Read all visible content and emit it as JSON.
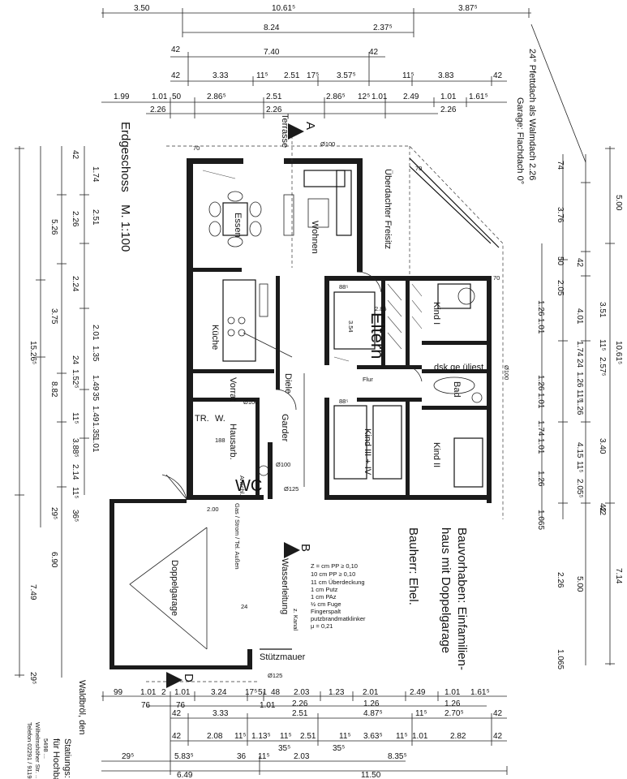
{
  "sheet": {
    "floor_title": "Erdgeschoss",
    "scale": "M. 1:100",
    "project_label": "Bauvorhaben: Einfamilien-",
    "project_label_2": "haus mit Doppelgarage",
    "client": "Bauherr: Ehel.",
    "roof_note": "24° Pfettdach als Walmdach 2.26",
    "garage_note": "Garage: Flachdach 0°",
    "place": "Waldbröl, den",
    "architect_1": "Statiungs: und",
    "architect_2": "für Hochbau",
    "architect_3": "5498 ...",
    "architect_4": "Wilhelmshöher Str. ...",
    "architect_5": "Telefon 02291 / 91192"
  },
  "section_marks": {
    "a": "A",
    "b": "B",
    "d": "D"
  },
  "rooms": {
    "terrasse": "Terrasse",
    "essen": "Essen",
    "wohnen": "Wohnen",
    "freisitz": "Überdachter Freisitz",
    "kueche": "Küche",
    "eltern": "Eltern",
    "kind1": "Kind I",
    "kind2": "Kind II",
    "kind34": "Kind III + IV",
    "dusche": "dsk ge üliest",
    "bad": "Bad",
    "vorrat": "Vorrat",
    "diele": "Diele",
    "garder": "Garder",
    "hausarb": "Hausarb.",
    "wc": "WC",
    "tr": "TR.",
    "w": "W.",
    "anschl": "Anschl.",
    "doppelgarage": "Doppelgarage",
    "stuetzmauer": "Stützmauer",
    "wasser": "Wasserleitung",
    "kanal": "z. Kanal",
    "gas": "Gas / Strom / Tel. Außen",
    "flur": "Flur"
  },
  "wall_legend": [
    "Z = cm PP ≥ 0,10",
    "10 cm PP ≥ 0,10",
    "11 cm Überdeckung",
    "1 cm Putz",
    "1 cm PAz",
    "½ cm Fuge",
    "Fingerspalt",
    "putzbrandmatklinker",
    "μ = 0,21"
  ],
  "dims_top": {
    "r1": [
      "3.50",
      "10.61⁵",
      "3.87⁵"
    ],
    "r2": [
      "8.24",
      "2.37⁵"
    ],
    "r3": [
      "42",
      "7.40",
      "42"
    ],
    "r4": [
      "42",
      "3.33",
      "11⁵",
      "2.51",
      "17⁵",
      "3.57⁵",
      "11⁵",
      "3.83",
      "42"
    ],
    "r5": [
      "1.99",
      "1.01",
      "50",
      "2.86⁵",
      "2.51",
      "2.86⁵",
      "12⁵",
      "1.01",
      "2.49",
      "1.01",
      "1.61⁵"
    ],
    "r6": [
      "2.26",
      "2.26",
      "2.26"
    ]
  },
  "dims_bottom": {
    "r1": [
      "99",
      "1.01",
      "2",
      "1.01",
      "3.24",
      "17⁵",
      "51",
      "48",
      "2.03",
      "1.23",
      "2.01",
      "2.49",
      "1.01",
      "1.61⁵"
    ],
    "r2": [
      "76",
      "76",
      "2.26",
      "1.26",
      "1.26"
    ],
    "r3": [
      "42",
      "3.33",
      "1.01",
      "2.51",
      "4.87⁵",
      "11⁵",
      "2.70⁵",
      "42"
    ],
    "r4": [
      "42",
      "2.08",
      "11⁵",
      "1.13⁵",
      "11⁵",
      "2.51",
      "11⁵",
      "3.63⁵",
      "11⁵",
      "1.01",
      "2.82",
      "42"
    ],
    "r5": [
      "29⁵",
      "5.83⁵",
      "36",
      "11⁵",
      "35⁵",
      "2.03",
      "35⁵",
      "8.35⁵"
    ],
    "r6": [
      "6.49",
      "11.50"
    ]
  },
  "dims_left": {
    "c1": [
      "15.26⁵",
      "7.49"
    ],
    "c2": [
      "5.26",
      "3.75",
      "8.82",
      "29⁵"
    ],
    "c3": [
      "42",
      "2.26",
      "2.24",
      "24",
      "1.52⁵",
      "11⁵",
      "3.88⁵",
      "2.14",
      "11⁵",
      "36⁵",
      "6.90",
      "29⁵"
    ],
    "c4": [
      "1.74",
      "2.51",
      "2.01",
      "1.35",
      "1.49",
      "35",
      "1.49",
      "1.35",
      "1.01"
    ]
  },
  "dims_right": {
    "c1": [
      "5.00",
      "10.61⁵",
      "7.14"
    ],
    "c2": [
      "74",
      "3.76",
      "50",
      "2.05",
      "3.51",
      "11⁵",
      "2.57⁵",
      "3.40",
      "42",
      "2.26",
      "5.00"
    ],
    "c3": [
      "42",
      "4.01",
      "1.74",
      "24",
      "1.26",
      "11⁵",
      "1.26",
      "4.15",
      "11⁵",
      "2.05⁵",
      "42"
    ],
    "c4": [
      "1.26",
      "1.01",
      "1.26",
      "1.01",
      "1.74",
      "1.01",
      "1.26",
      "1.065",
      "1.065"
    ]
  },
  "small_labels": {
    "d100a": "Ø100",
    "d100b": "Ø100",
    "d100c": "Ø100",
    "d100d": "Ø100",
    "d125a": "Ø125",
    "d125b": "Ø125",
    "n70a": "70",
    "n70b": "70",
    "n70c": "70",
    "n88a": "88⁵",
    "n88b": "88⁵",
    "n285": "2.85",
    "n354": "3.54",
    "n200": "2.00",
    "n188": "188",
    "n24": "24"
  },
  "colors": {
    "ink": "#111111",
    "paper": "#ffffff"
  }
}
